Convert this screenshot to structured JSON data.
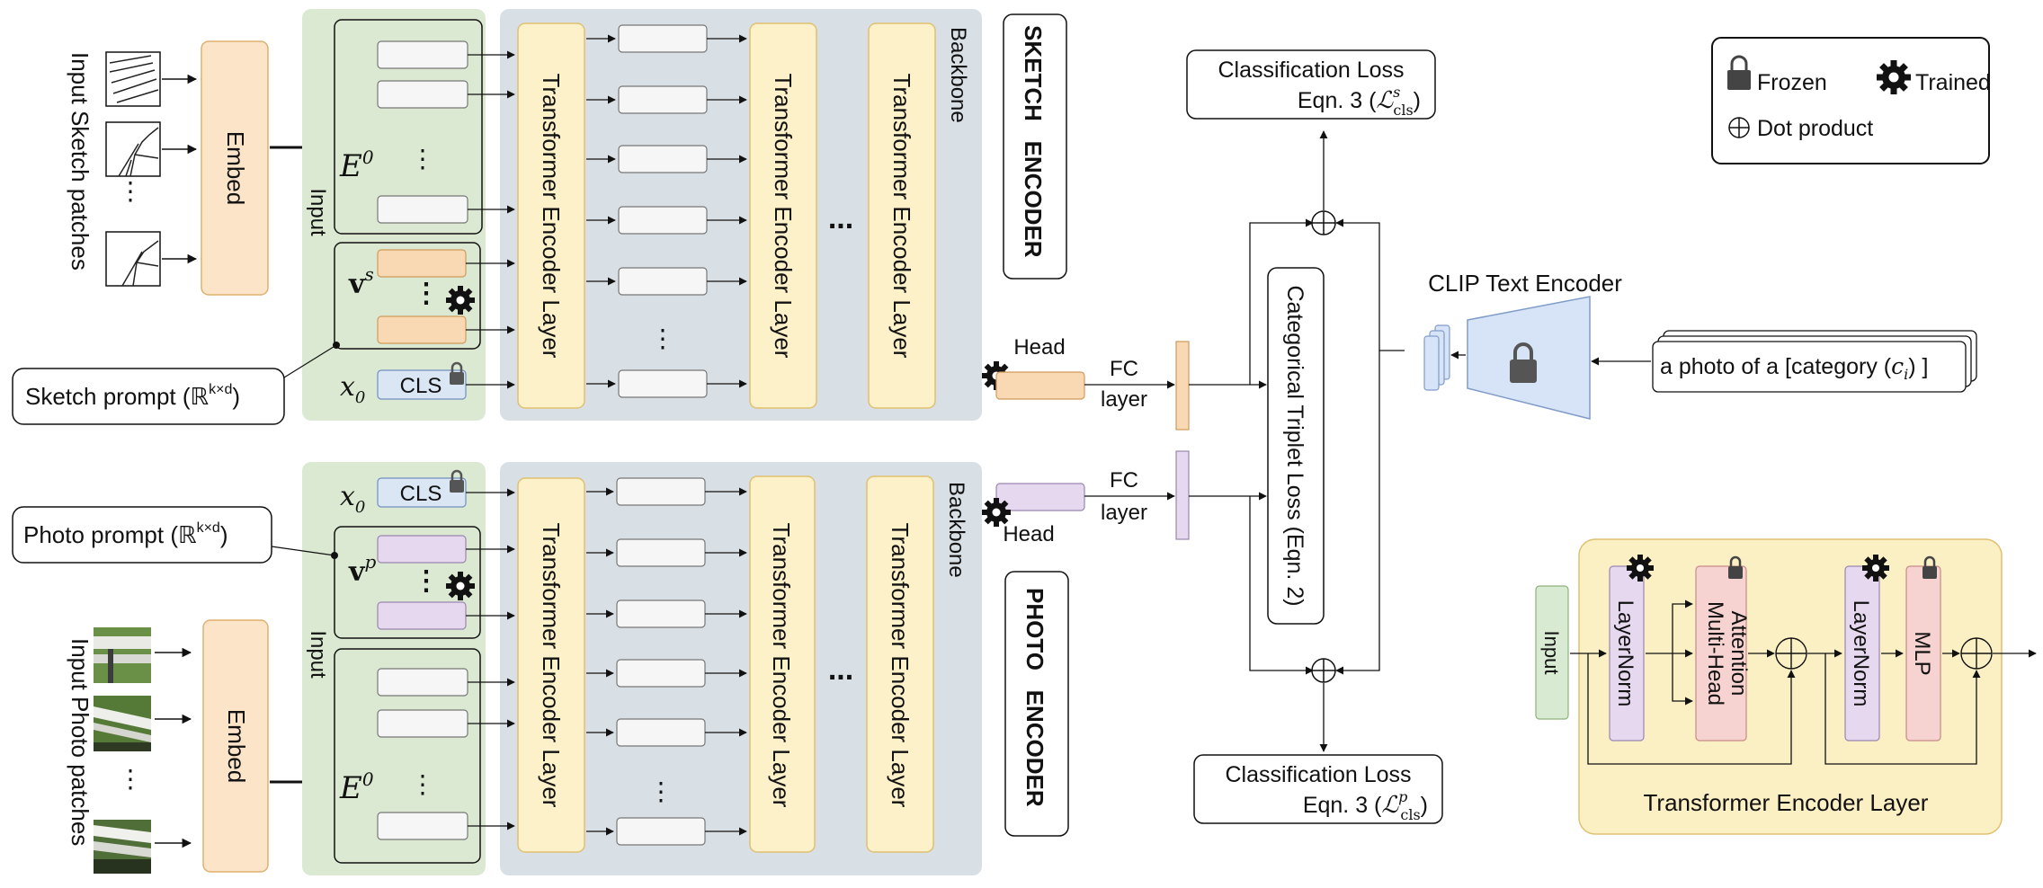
{
  "sketch_branch": {
    "input_label": "Input Sketch patches",
    "embed_label": "Embed",
    "input_group_label": "Input",
    "e0_symbol": "E",
    "e0_sup": "0",
    "prompt_symbol": "v",
    "prompt_sup": "s",
    "cls_label": "CLS",
    "x0_symbol": "x",
    "x0_sub": "0",
    "prompt_callout": "Sketch prompt (ℝ",
    "prompt_callout_sup": "k×d",
    "prompt_callout_close": ")",
    "backbone_label": "Backbone",
    "encoder_title": "SKETCH   ENCODER",
    "layer_labels": [
      "Transformer Encoder Layer",
      "Transformer Encoder Layer",
      "Transformer Encoder Layer"
    ],
    "head_label": "Head",
    "fc_label_1": "FC",
    "fc_label_2": "layer"
  },
  "photo_branch": {
    "input_label": "Input Photo patches",
    "embed_label": "Embed",
    "input_group_label": "Input",
    "e0_symbol": "E",
    "e0_sup": "0",
    "prompt_symbol": "v",
    "prompt_sup": "p",
    "cls_label": "CLS",
    "x0_symbol": "x",
    "x0_sub": "0",
    "prompt_callout": "Photo prompt (ℝ",
    "prompt_callout_sup": "k×d",
    "prompt_callout_close": ")",
    "backbone_label": "Backbone",
    "encoder_title": "PHOTO   ENCODER",
    "layer_labels": [
      "Transformer Encoder Layer",
      "Transformer Encoder Layer",
      "Transformer Encoder Layer"
    ],
    "head_label": "Head",
    "fc_label_1": "FC",
    "fc_label_2": "layer"
  },
  "ellipsis": "...",
  "losses": {
    "cls_sketch_line1": "Classification Loss",
    "cls_sketch_line2": "Eqn. 3 (",
    "cls_sketch_sym": "ℒ",
    "cls_sketch_sup": "s",
    "cls_sketch_sub": "cls",
    "cls_photo_line1": "Classification Loss",
    "cls_photo_line2": "Eqn. 3 (",
    "cls_photo_sym": "ℒ",
    "cls_photo_sup": "p",
    "cls_photo_sub": "cls",
    "close_paren": ")",
    "triplet": "Categorical Triplet Loss (Eqn. 2)"
  },
  "clip": {
    "title": "CLIP Text Encoder",
    "prompt_text": "a photo of a [category (",
    "prompt_sym": "c",
    "prompt_sub": "i",
    "prompt_close": ") ]"
  },
  "legend": {
    "frozen": "Frozen",
    "trained": "Trained",
    "dot_product": "Dot product"
  },
  "tel_detail": {
    "title": "Transformer Encoder Layer",
    "input": "Input",
    "layernorm_1": "LayerNorm",
    "mha_line1": "Multi-Head",
    "mha_line2": "Attention",
    "layernorm_2": "LayerNorm",
    "mlp": "MLP"
  },
  "colors": {
    "green_panel": "#dce9d2",
    "grey_panel": "#d9e0e5",
    "embed_fill": "#fce4c9",
    "tel_fill": "#fdf1c9",
    "sketch_prompt": "#f8d9b4",
    "photo_prompt": "#e5d8ef",
    "cls_fill": "#dbe6f5",
    "clip_fill": "#d7e3f6",
    "detail_panel": "#fbefc4",
    "layernorm": "#e5d8ef",
    "mha_mlp": "#f6d3d1",
    "input_green": "#d9ead3"
  }
}
